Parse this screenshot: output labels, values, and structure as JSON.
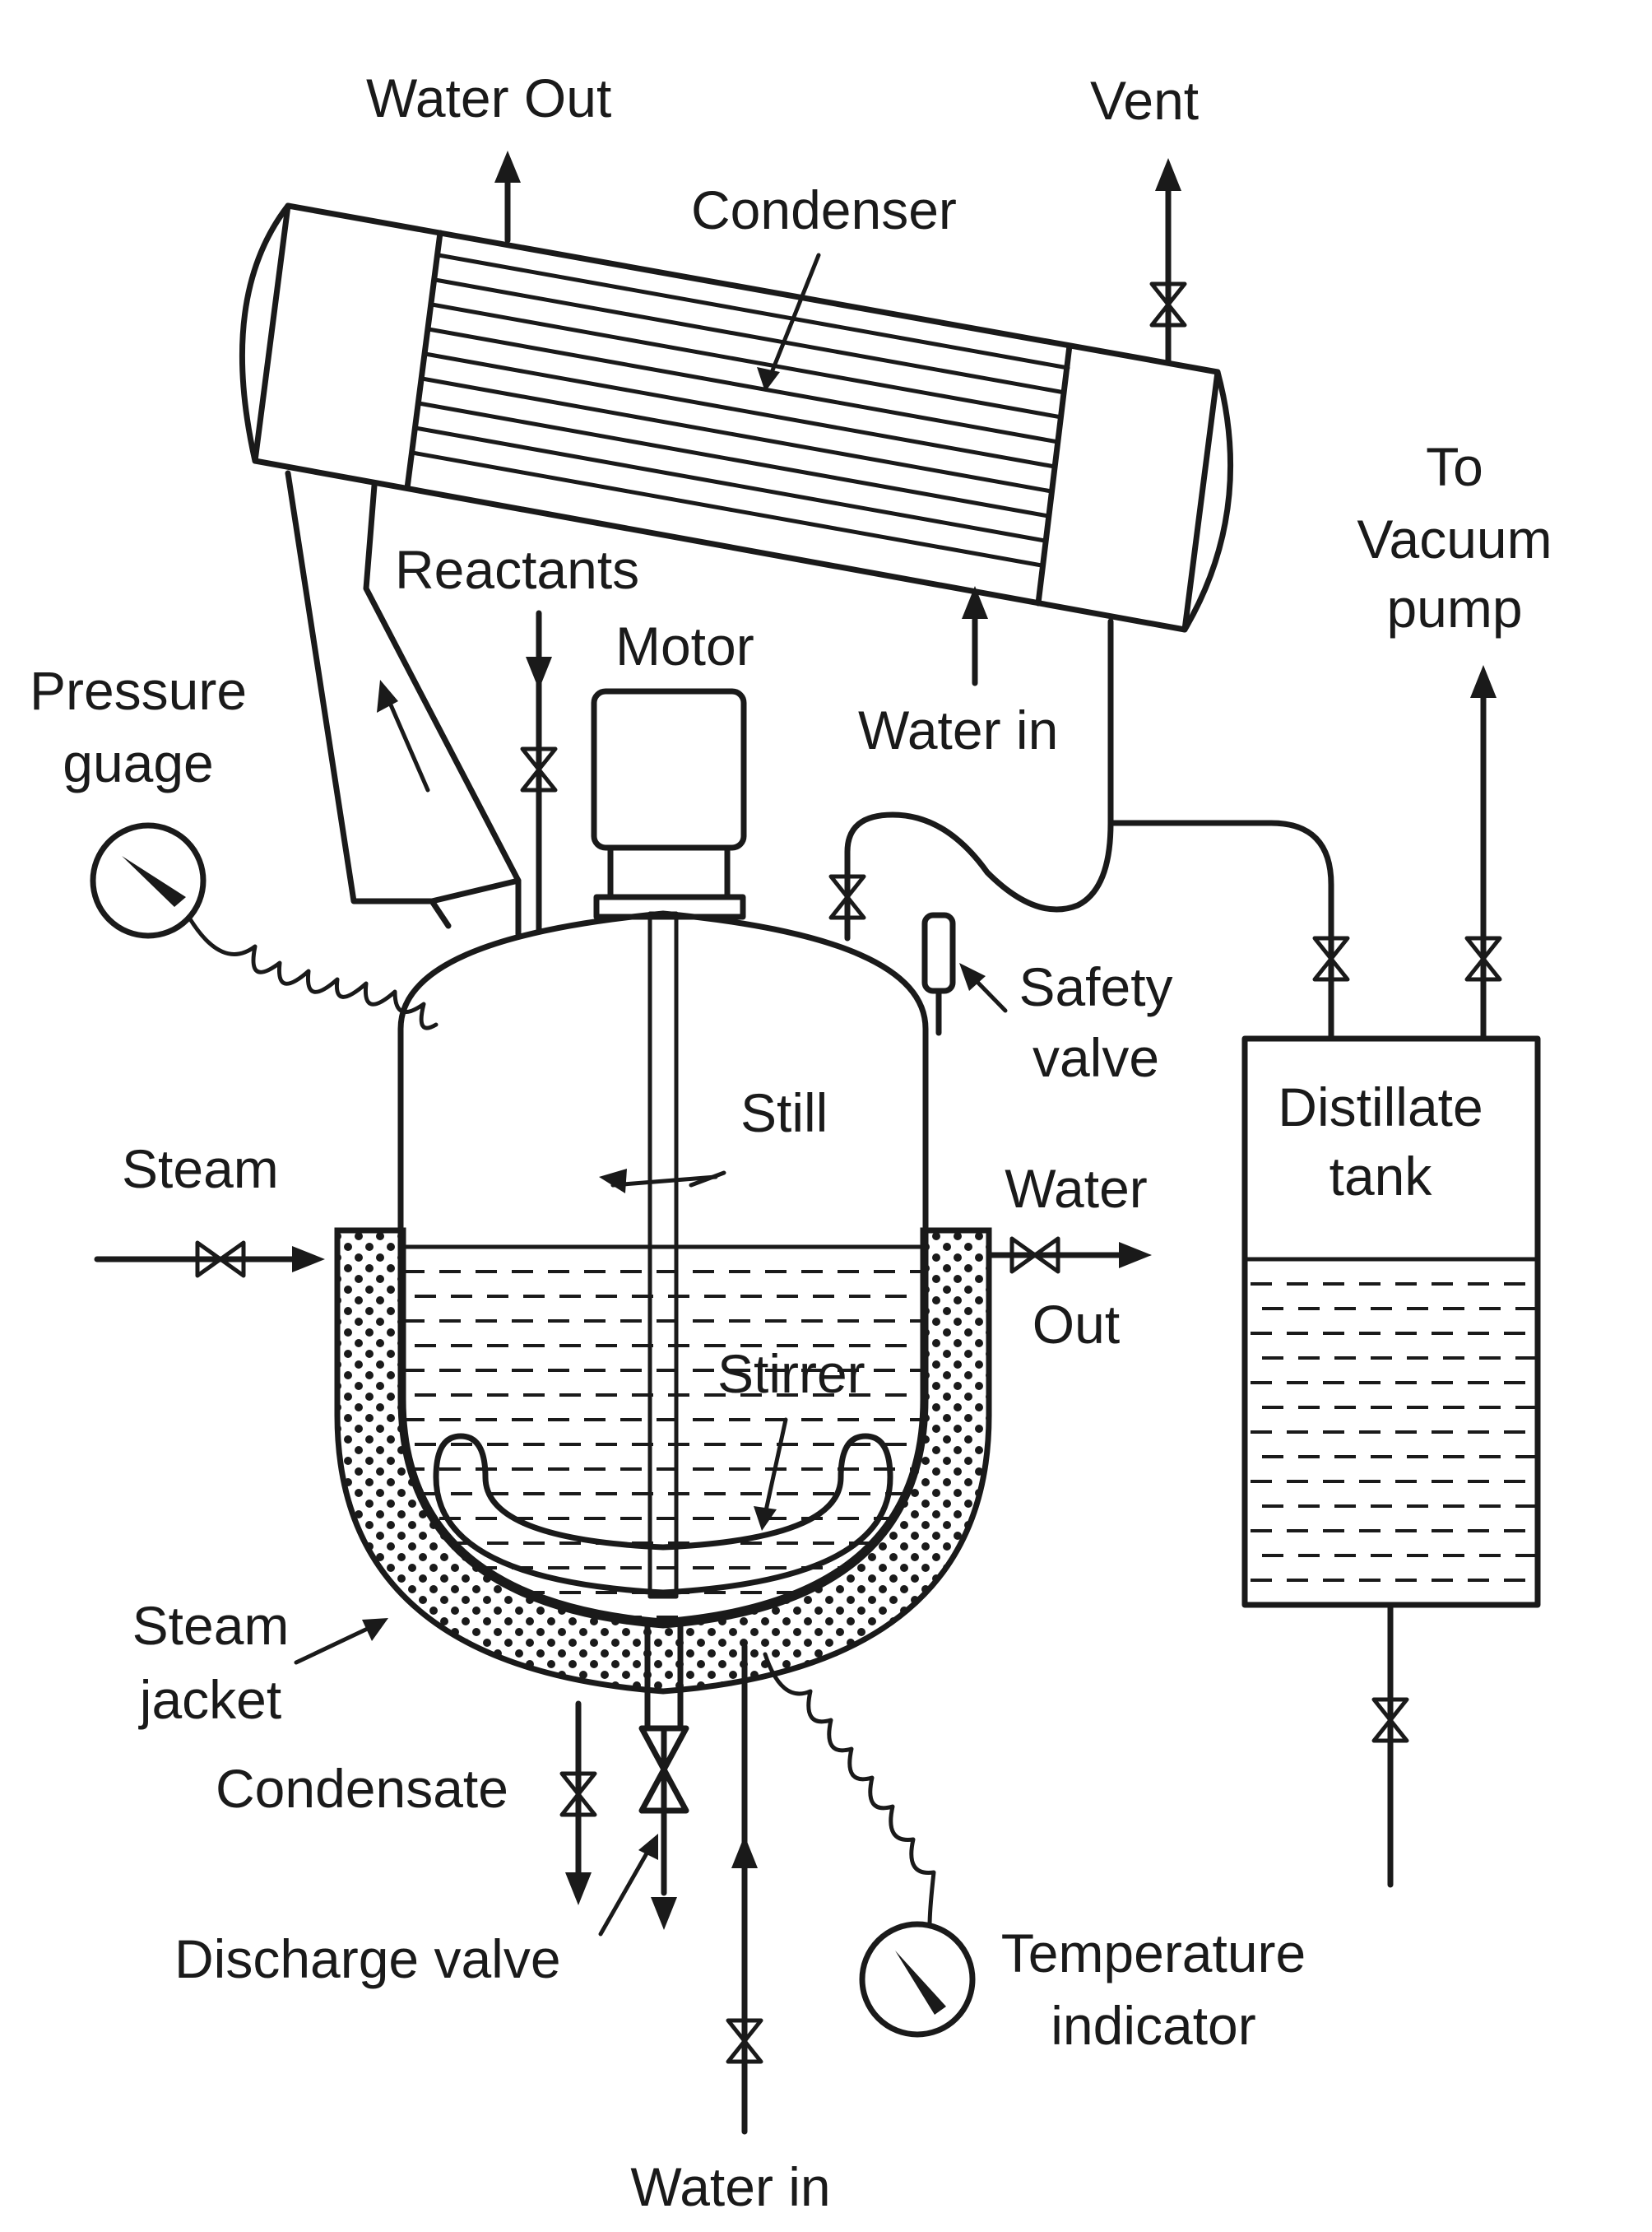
{
  "labels": {
    "water_out_top": "Water Out",
    "vent": "Vent",
    "condenser": "Condenser",
    "to_vacuum_pump": [
      "To",
      "Vacuum",
      "pump"
    ],
    "reactants": "Reactants",
    "motor": "Motor",
    "pressure_gauge": [
      "Pressure",
      "guage"
    ],
    "water_in_top": "Water in",
    "safety_valve": [
      "Safety",
      "valve"
    ],
    "still": "Still",
    "distillate_tank": [
      "Distillate",
      "tank"
    ],
    "steam": "Steam",
    "water_out_side": [
      "Water",
      "Out"
    ],
    "stirrer": "Stirrer",
    "steam_jacket": [
      "Steam",
      "jacket"
    ],
    "condensate": "Condensate",
    "discharge_valve": "Discharge valve",
    "temperature_indicator": [
      "Temperature",
      "indicator"
    ],
    "water_in_bottom": "Water in"
  }
}
